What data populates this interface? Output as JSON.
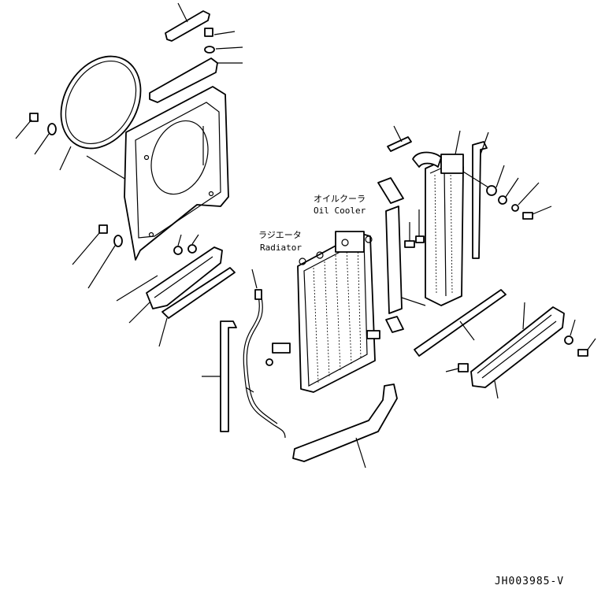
{
  "labels": {
    "oil_cooler_jp": "オイルクーラ",
    "oil_cooler_en": "Oil Cooler",
    "radiator_jp": "ラジエータ",
    "radiator_en": "Radiator"
  },
  "drawing_code": "JH003985-V",
  "colors": {
    "line": "#000000",
    "background": "#ffffff"
  }
}
